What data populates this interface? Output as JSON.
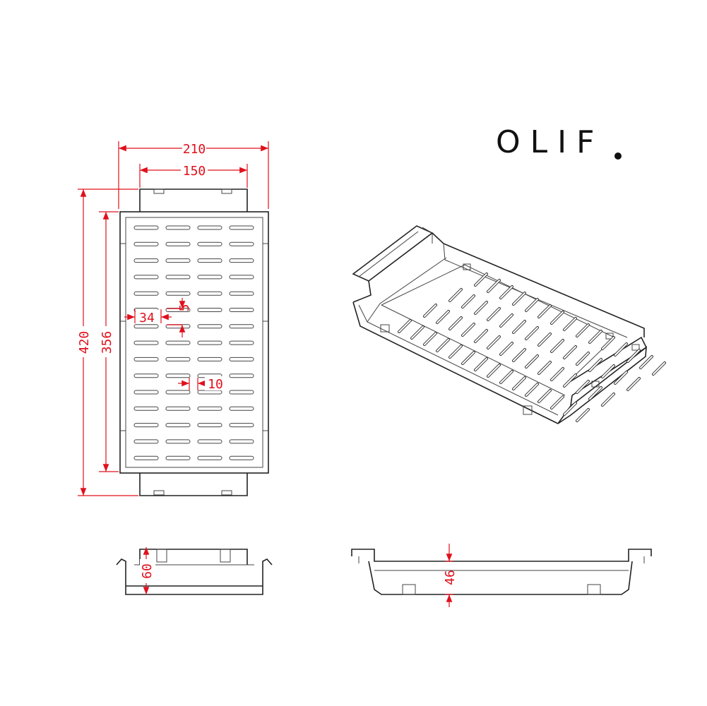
{
  "brand": {
    "name": "OLIF"
  },
  "colors": {
    "dimension": "#e0101c",
    "outline": "#222222"
  },
  "top_view": {
    "dimensions": {
      "overall_width": "210",
      "inner_width": "150",
      "overall_length": "420",
      "inner_length": "356",
      "slot_length": "34",
      "slot_width": "5",
      "slot_gap": "10"
    },
    "slot_rows": 15,
    "slot_columns": 4
  },
  "end_view": {
    "dimensions": {
      "height": "60"
    }
  },
  "side_view": {
    "dimensions": {
      "depth": "46"
    }
  }
}
